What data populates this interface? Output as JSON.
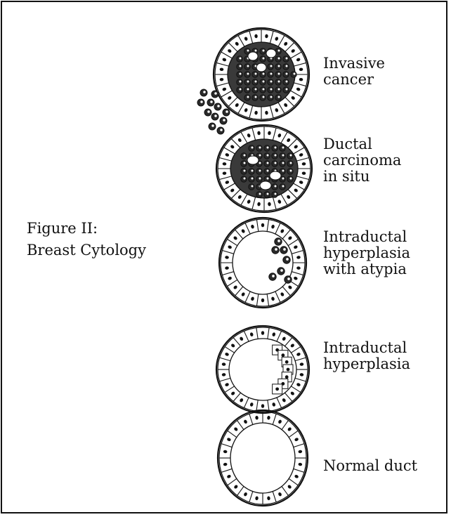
{
  "figure": {
    "title_line1": "Figure II:",
    "title_line2": "Breast Cytology"
  },
  "stages": [
    {
      "label": "Invasive\ncancer"
    },
    {
      "label": "Ductal\ncarcinoma\nin situ"
    },
    {
      "label": "Intraductal\nhyperplasia\nwith atypia"
    },
    {
      "label": "Intraductal\nhyperplasia"
    },
    {
      "label": "Normal duct"
    }
  ],
  "colors": {
    "ink": "#111111",
    "fill_dark": "#2a2a2a",
    "paper": "#ffffff"
  }
}
